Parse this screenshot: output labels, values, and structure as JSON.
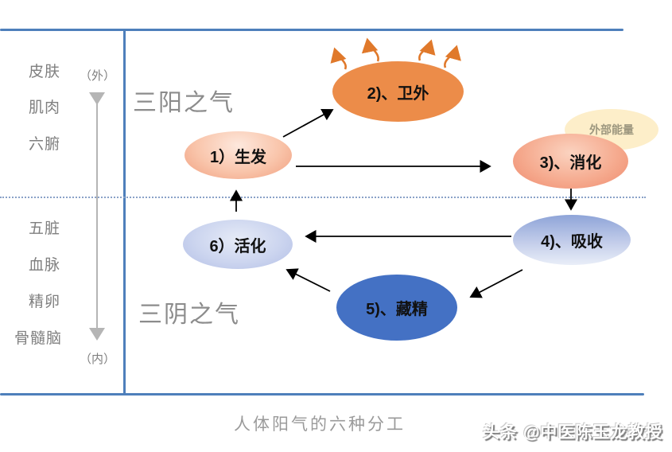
{
  "left_panel": {
    "outer_label": "（外）",
    "inner_label": "（内）",
    "upper_items": [
      "皮肤",
      "肌肉",
      "六腑"
    ],
    "lower_items": [
      "五脏",
      "血脉",
      "精卵",
      "骨髓脑"
    ]
  },
  "sections": {
    "yang_title": "三阳之气",
    "yin_title": "三阴之气"
  },
  "nodes": [
    {
      "id": "shengfa",
      "label": "1）生发",
      "fill": "#f5b697",
      "style": "gradient-peach"
    },
    {
      "id": "weiwai",
      "label": "2)、卫外",
      "fill": "#ec8c49",
      "style": "solid-orange"
    },
    {
      "id": "xiaohua",
      "label": "3)、消化",
      "fill": "#f3a488",
      "style": "gradient-salmon"
    },
    {
      "id": "xishou",
      "label": "4)、吸收",
      "fill": "#a9b9e2",
      "style": "gradient-blue"
    },
    {
      "id": "cangjing",
      "label": "5)、藏精",
      "fill": "#4471c4",
      "style": "solid-blue"
    },
    {
      "id": "huohua",
      "label": "6）活化",
      "fill": "#c9d3ee",
      "style": "gradient-lightblue"
    }
  ],
  "external_energy": {
    "label": "外部能量",
    "fill": "#fdeec9",
    "text_color": "#9d977f"
  },
  "frame": {
    "line_color": "#4e7fbb",
    "dotted_color": "#8aa2c8",
    "arrow_color": "#000000",
    "wavy_arrow_color": "#e0792b",
    "axis_arrow_color": "#b5b5b5"
  },
  "caption": "人体阳气的六种分工",
  "watermark": "头条 @中医陈玉龙教授"
}
